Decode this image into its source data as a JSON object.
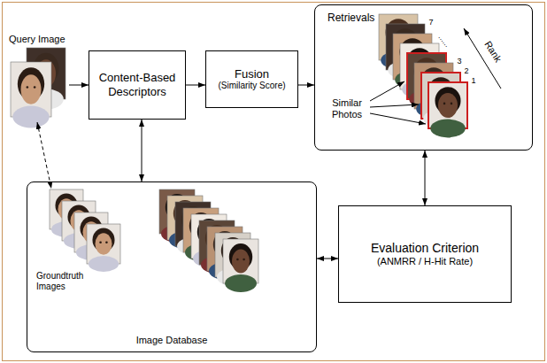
{
  "diagram": {
    "nodes": [
      {
        "text": [
          "Query Image"
        ]
      },
      {
        "text": [
          "Content-Based Descriptors"
        ]
      },
      {
        "text": [
          "Fusion",
          "(Similarity Score)"
        ]
      },
      {
        "text": [
          "Retrievals"
        ]
      },
      {
        "text": [
          "Image Database"
        ]
      },
      {
        "text": [
          "Groundtruth Images"
        ],
        "in": 4
      },
      {
        "text": [
          "Evaluation Criterion",
          "(ANMRR / H-Hit Rate)"
        ]
      }
    ],
    "edges": [
      {
        "from": 0,
        "to": 1,
        "arrow": "to"
      },
      {
        "from": 1,
        "to": 2,
        "arrow": "to"
      },
      {
        "from": 2,
        "to": 3,
        "arrow": "to"
      },
      {
        "from": 1,
        "to": 4,
        "arrow": "both"
      },
      {
        "from": 3,
        "to": 6,
        "arrow": "both"
      },
      {
        "from": 4,
        "to": 6,
        "arrow": "both"
      },
      {
        "from": 0,
        "to": 5,
        "arrow": "both"
      }
    ],
    "labels": [
      "Similar Photos",
      "Rank",
      "7",
      "......",
      "3",
      "2",
      "1"
    ]
  }
}
